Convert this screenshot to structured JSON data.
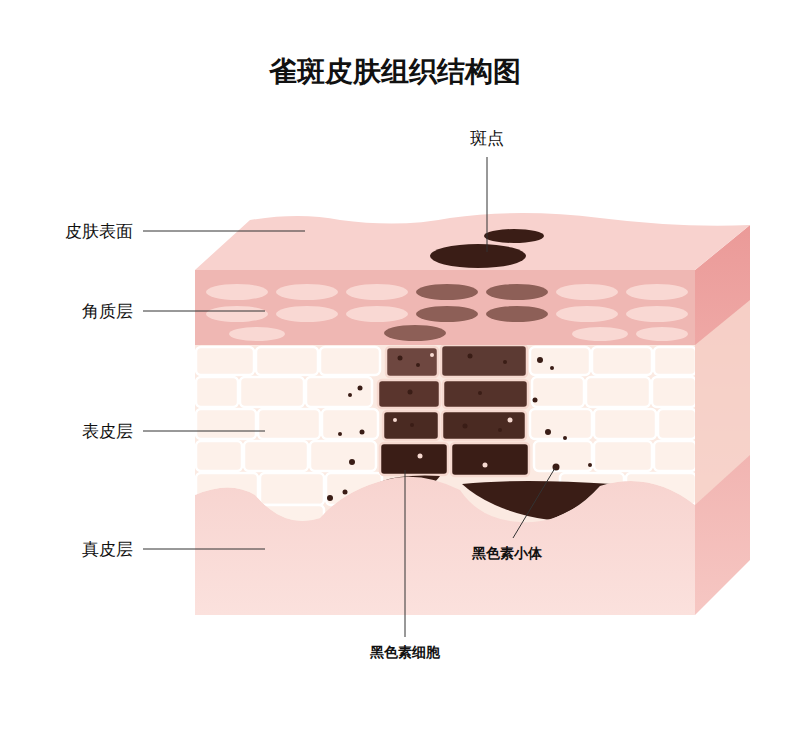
{
  "diagram": {
    "title": "雀斑皮肤组织结构图",
    "labels": [
      "斑点",
      "皮肤表面",
      "角质层",
      "表皮层",
      "真皮层",
      "黑色素小体",
      "黑色素细胞"
    ]
  }
}
